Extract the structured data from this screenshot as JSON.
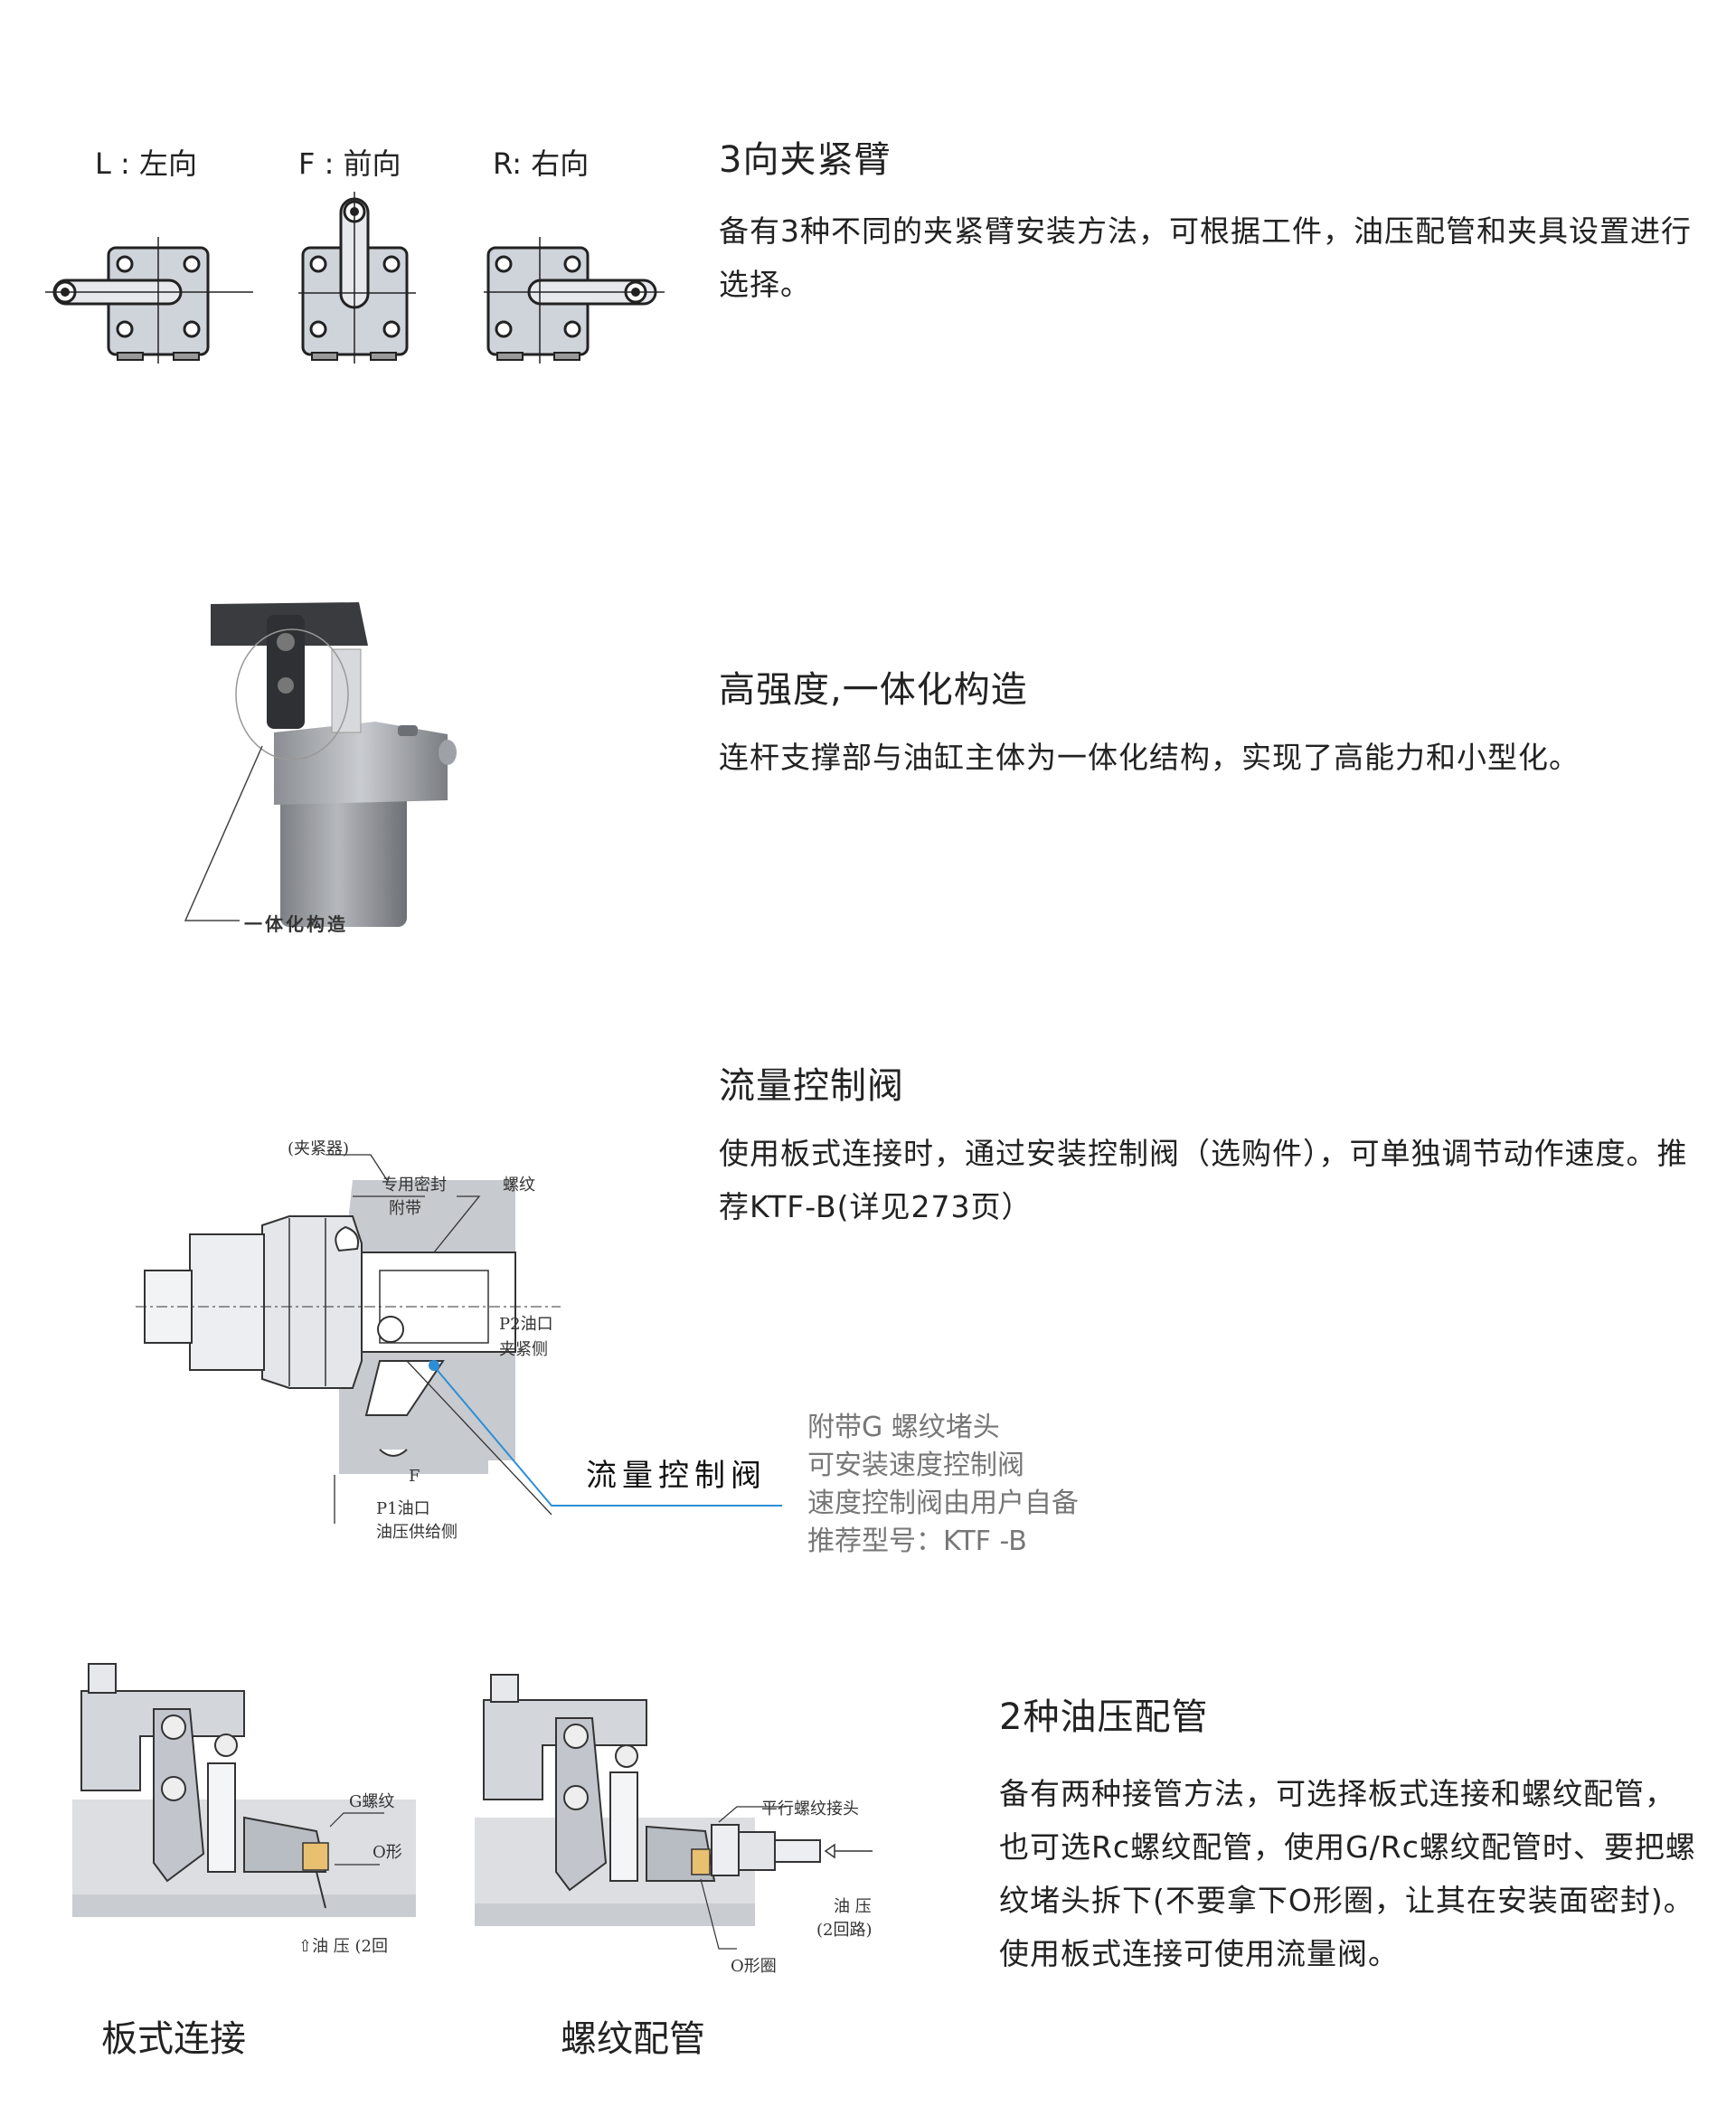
{
  "section1": {
    "labels": [
      "L : 左向",
      "F : 前向",
      "R: 右向"
    ],
    "title": "3向夹紧臂",
    "desc": "备有3种不同的夹紧臂安装方法，可根据工件，油压配管和夹具设置进行选择。"
  },
  "section2": {
    "title": "高强度,一体化构造",
    "desc": "连杆支撑部与油缸主体为一体化结构，实现了高能力和小型化。",
    "callout": "一体化构造"
  },
  "section3": {
    "title": "流量控制阀",
    "desc": "使用板式连接时，通过安装控制阀（选购件），可单独调节动作速度。推荐KTF-B(详见273页）",
    "labels": {
      "clamp": "(夹紧器)",
      "seal": "专用密封",
      "attached": "附带",
      "thread": "螺纹",
      "p2": "P2油口",
      "p2_side": "夹紧侧",
      "f": "F",
      "p1": "P1油口",
      "p1_side": "油压供给侧"
    },
    "callout": "流量控制阀",
    "notes": [
      "附带G 螺纹堵头",
      "可安装速度控制阀",
      "速度控制阀由用户自备",
      "推荐型号：KTF -B"
    ]
  },
  "section4": {
    "title": "2种油压配管",
    "desc": "备有两种接管方法，可选择板式连接和螺纹配管，也可选Rc螺纹配管，使用G/Rc螺纹配管时、要把螺纹堵头拆下(不要拿下O形圈，让其在安装面密封)。使用板式连接可使用流量阀。",
    "left_labels": {
      "g_thread": "G螺纹",
      "oring": "O形",
      "oil": "⇧油 压 (2回"
    },
    "right_labels": {
      "parallel": "平行螺纹接头",
      "oil1": "油 压",
      "oil2": "(2回路)",
      "oring": "O形圈"
    },
    "captions": [
      "板式连接",
      "螺纹配管"
    ]
  }
}
